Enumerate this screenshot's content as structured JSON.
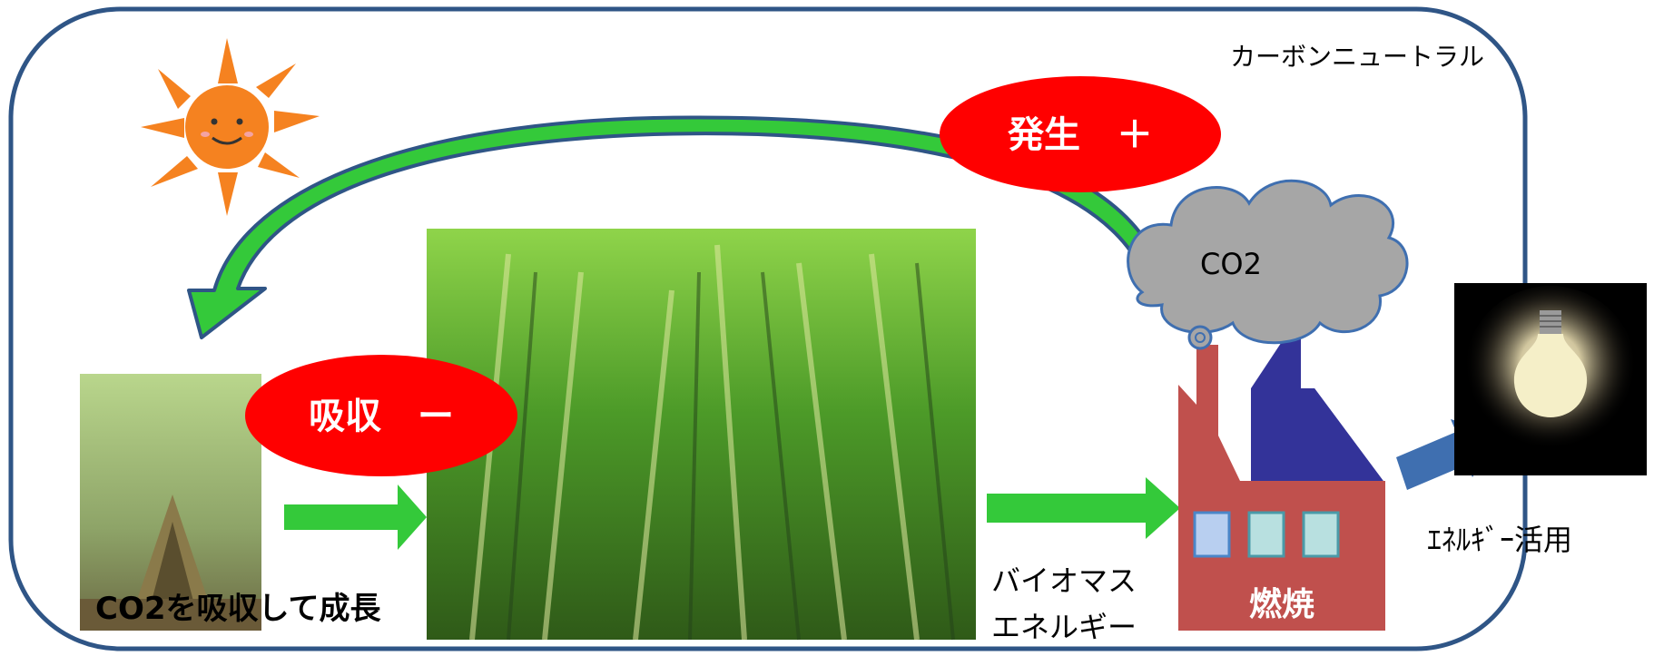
{
  "title": "カーボンニュートラル",
  "cycle": {
    "emission_label": "発生　＋",
    "absorption_label": "吸収　ー"
  },
  "cloud": {
    "label": "CO2"
  },
  "growth": {
    "caption": "CO2を吸収して成長"
  },
  "biomass": {
    "line1": "バイオマス",
    "line2": "エネルギー"
  },
  "factory": {
    "label": "燃焼"
  },
  "energy_use": {
    "label": "ｴﾈﾙｷﾞｰ活用"
  },
  "colors": {
    "frame": "#2f5586",
    "green_arrow": "#34c93a",
    "blue_arrow": "#3f6fb0",
    "ellipse_red": "#ff0000",
    "cloud_gray": "#a6a6a6",
    "factory_red": "#c0504d",
    "factory_roof": "#333399",
    "sun_orange": "#f58220"
  }
}
